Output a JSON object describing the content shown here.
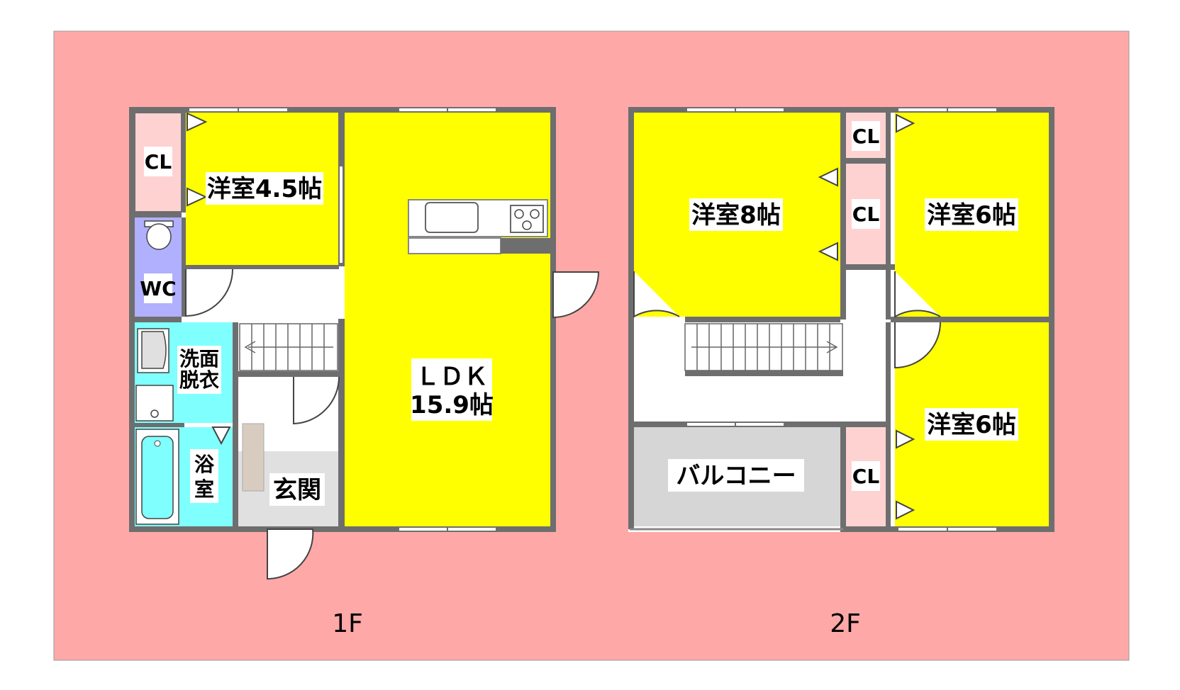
{
  "colors": {
    "site": "#ffa8a8",
    "wall": "#6e6e6e",
    "room": "#ffff00",
    "closet": "#ffd2d2",
    "wc": "#b0b0ff",
    "water": "#80ffff",
    "hall": "#ffffff",
    "entry": "#e0e0e0",
    "balcony": "#d6d6d6"
  },
  "floors": {
    "first": {
      "label": "1F",
      "rooms": {
        "cl": "CL",
        "western_1": "洋室4.5帖",
        "wc": "WC",
        "washroom_line1": "洗面",
        "washroom_line2": "脱衣",
        "bath_char1": "浴",
        "bath_char2": "室",
        "entrance": "玄関",
        "ldk_line1": "ＬＤＫ",
        "ldk_line2": "15.9帖"
      }
    },
    "second": {
      "label": "2F",
      "rooms": {
        "western_8": "洋室8帖",
        "cl_top": "CL",
        "cl_mid": "CL",
        "western_6_top": "洋室6帖",
        "western_6_bottom": "洋室6帖",
        "cl_bottom": "CL",
        "balcony": "バルコニー"
      }
    }
  }
}
